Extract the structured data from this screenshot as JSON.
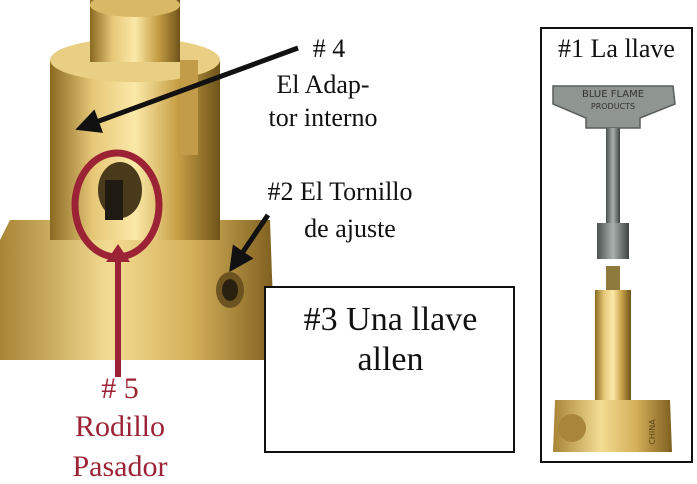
{
  "labels": {
    "adapter_num": "# 4",
    "adapter_l1": "El Adap-",
    "adapter_l2": "tor interno",
    "screw_l1": "#2 El Tornillo",
    "screw_l2": "de ajuste",
    "allen_l1": "#3 Una llave",
    "allen_l2": "allen",
    "key_title": "#1 La llave",
    "roller_num": "# 5",
    "roller_l1": "Rodillo",
    "roller_l2": "Pasador"
  },
  "key_engraving": {
    "line1": "BLUE FLAME",
    "line2": "PRODUCTS"
  },
  "valve_marks": {
    "country": "CHINA"
  },
  "colors": {
    "highlight_red": "#9b2335",
    "brass": "#c9a24a",
    "arrow": "#111111"
  }
}
